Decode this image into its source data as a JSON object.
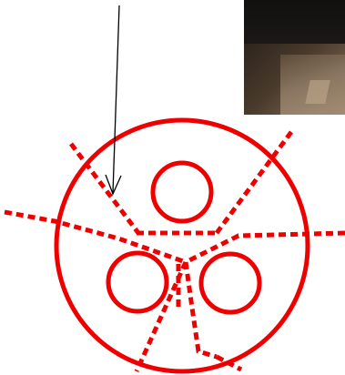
{
  "figure": {
    "stroke_color": "#ee0000",
    "arrow_color": "#000000",
    "photo_description_icon": "photo-inset-floor",
    "inner_circle_count": 3,
    "dashed_line_count": 8
  }
}
